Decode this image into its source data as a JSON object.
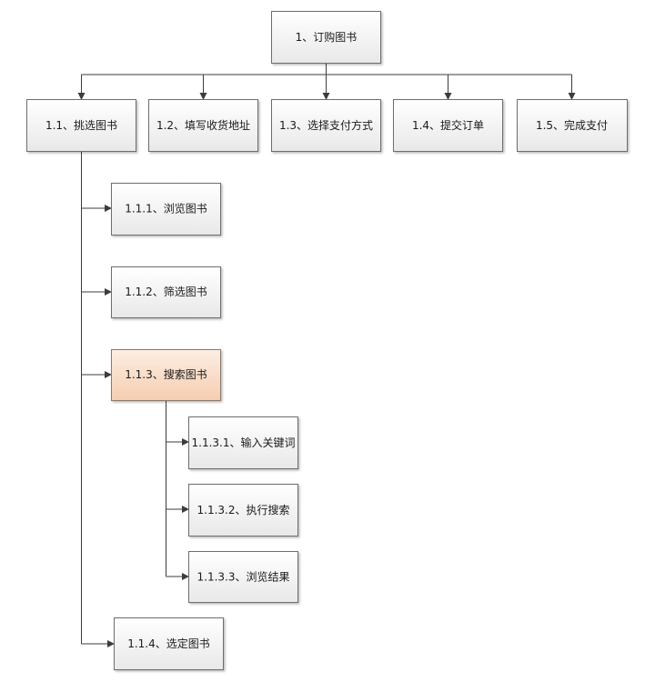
{
  "diagram": {
    "root": {
      "label": "1、订购图书"
    },
    "level1": [
      {
        "label": "1.1、挑选图书"
      },
      {
        "label": "1.2、填写收货地址"
      },
      {
        "label": "1.3、选择支付方式"
      },
      {
        "label": "1.4、提交订单"
      },
      {
        "label": "1.5、完成支付"
      }
    ],
    "select_children": [
      {
        "label": "1.1.1、浏览图书"
      },
      {
        "label": "1.1.2、筛选图书"
      },
      {
        "label": "1.1.3、搜索图书",
        "highlighted": true
      },
      {
        "label": "1.1.4、选定图书"
      }
    ],
    "search_children": [
      {
        "label": "1.1.3.1、输入关键词"
      },
      {
        "label": "1.1.3.2、执行搜索"
      },
      {
        "label": "1.1.3.3、浏览结果"
      }
    ]
  },
  "colors": {
    "box_fill_top": "#ffffff",
    "box_fill_bottom": "#e8e8e8",
    "highlight_fill_top": "#fdeee2",
    "highlight_fill_bottom": "#f5cdb0",
    "border": "#6e6e6e",
    "connector": "#3c3c3c"
  }
}
